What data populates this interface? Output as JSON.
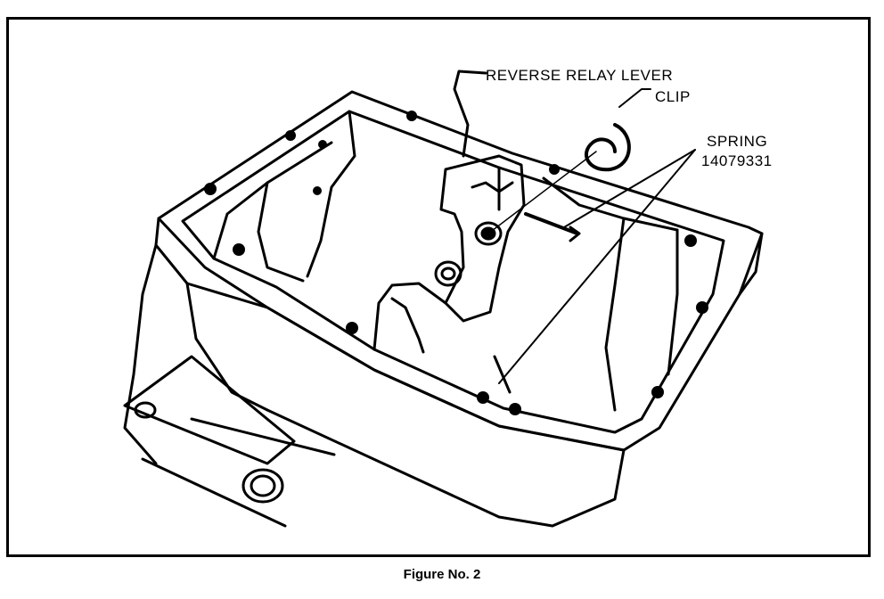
{
  "figure": {
    "callouts": {
      "reverse_relay_lever": "REVERSE RELAY LEVER",
      "clip": "CLIP",
      "spring": "SPRING",
      "spring_part_number": "14079331"
    },
    "caption": "Figure No. 2"
  }
}
